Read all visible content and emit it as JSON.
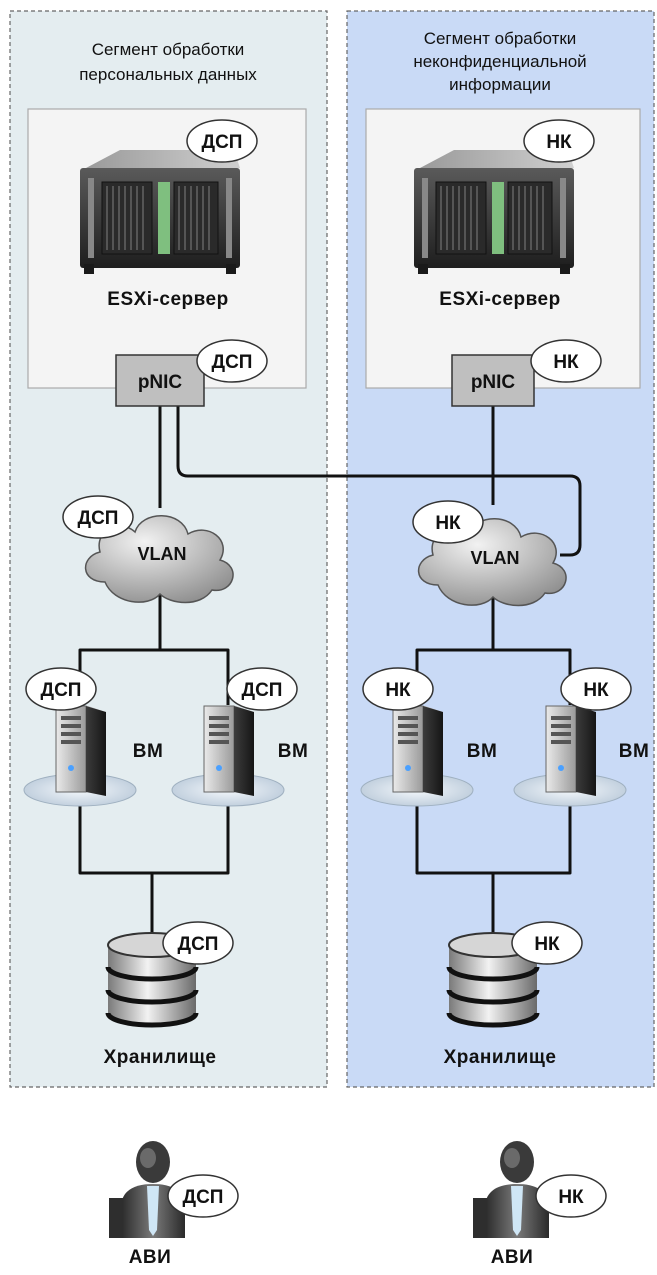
{
  "segments": {
    "left": {
      "title_line1": "Сегмент обработки",
      "title_line2": "персональных данных",
      "badge": "ДСП",
      "server_label": "ESXi-сервер",
      "pnic_label": "pNIC",
      "vlan_label": "VLAN",
      "vm_label": "ВМ",
      "storage_label": "Хранилище",
      "bg_color": "#e4edf0"
    },
    "right": {
      "title_line1": "Сегмент обработки",
      "title_line2": "неконфиденциальной",
      "title_line3": "информации",
      "badge": "НК",
      "server_label": "ESXi-сервер",
      "pnic_label": "pNIC",
      "vlan_label": "VLAN",
      "vm_label": "ВМ",
      "storage_label": "Хранилище",
      "bg_color": "#c9daf6"
    }
  },
  "users": {
    "left": {
      "label": "АВИ",
      "badge": "ДСП"
    },
    "right": {
      "label": "АВИ",
      "badge": "НК"
    }
  },
  "icons": {
    "server": "rack-server-icon",
    "pnic": "network-card-icon",
    "vlan": "cloud-icon",
    "vm": "tower-server-icon",
    "storage": "database-icon",
    "user": "user-icon"
  }
}
